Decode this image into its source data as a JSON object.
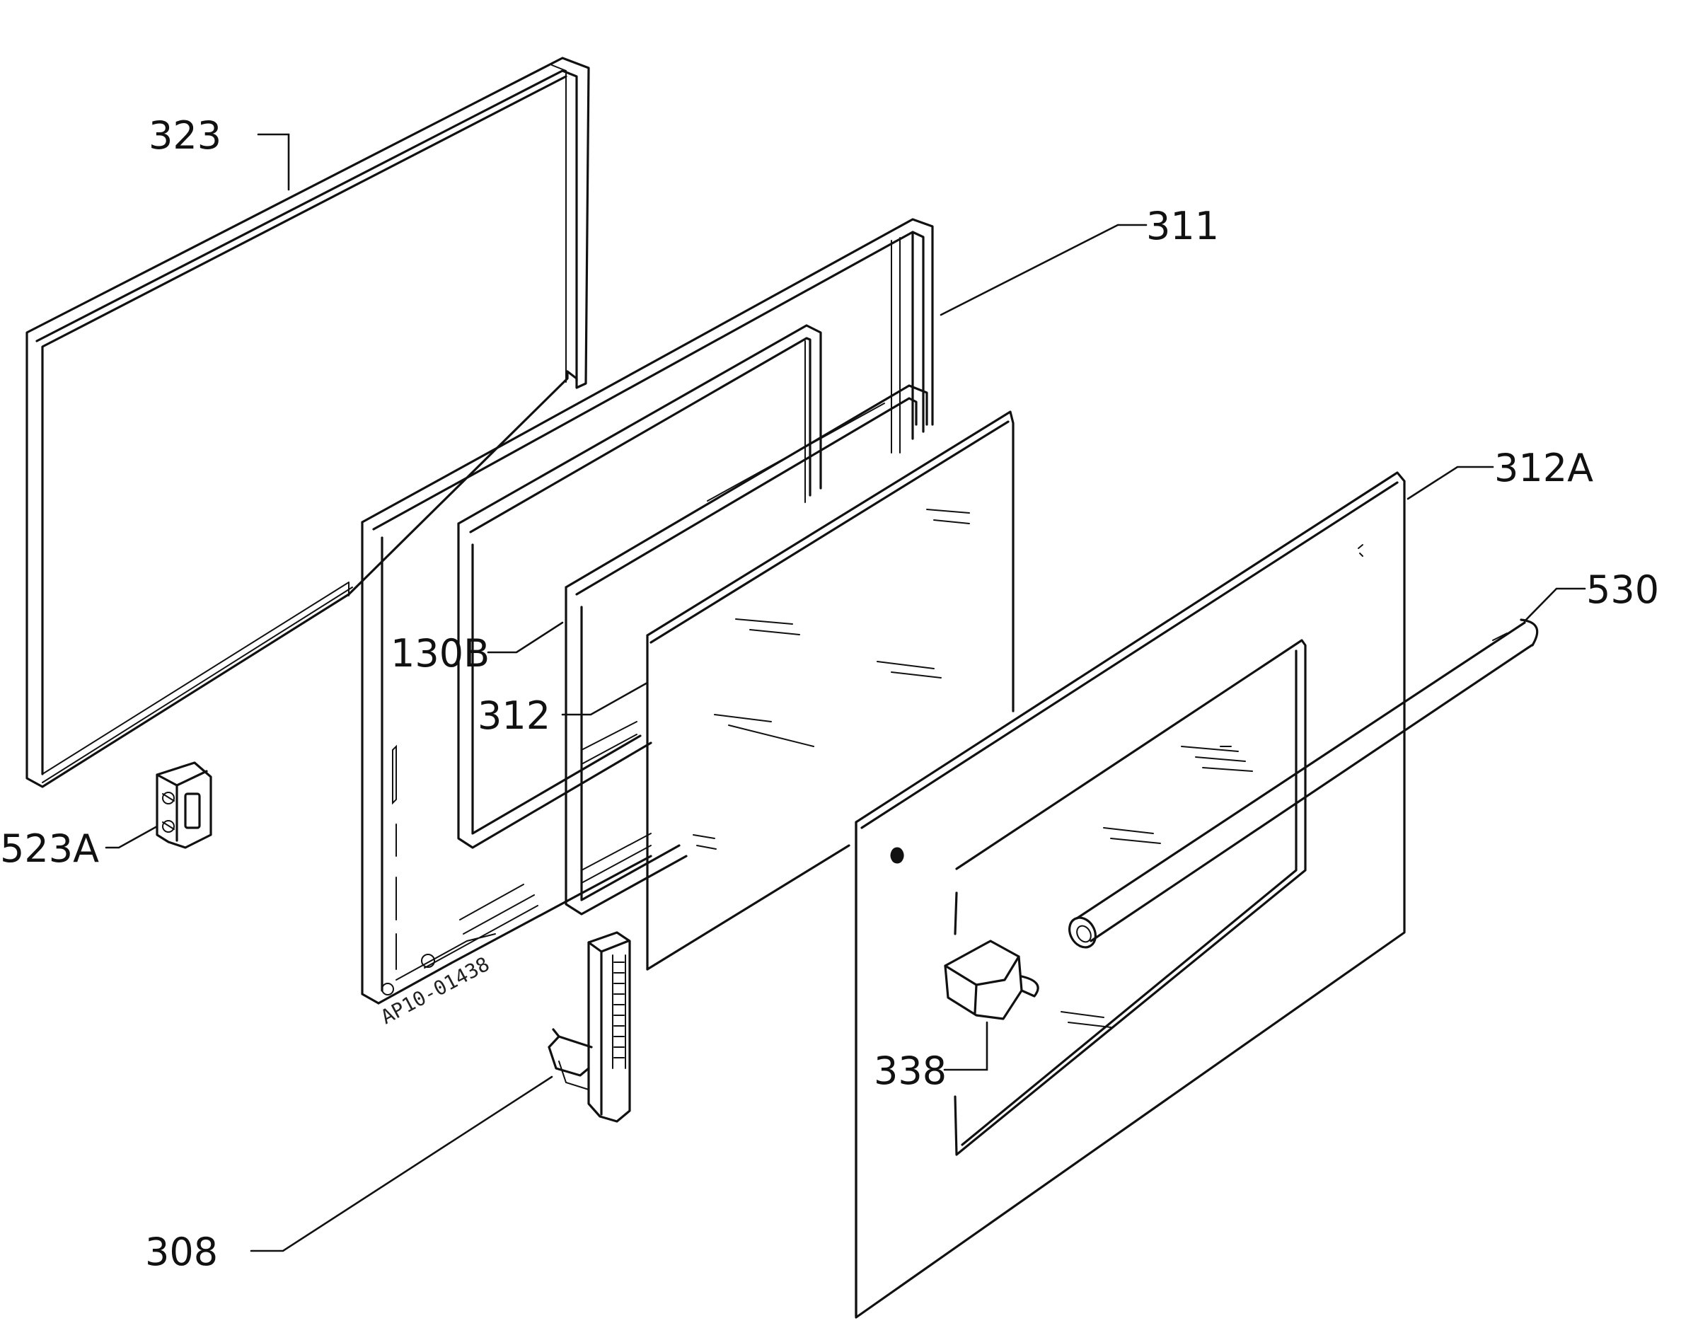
{
  "labels": {
    "p323": "323",
    "p311": "311",
    "p312a": "312A",
    "p530": "530",
    "p130b": "130B",
    "p312": "312",
    "p523a": "523A",
    "p338": "338",
    "p308": "308"
  },
  "stamp": "AP10-01438",
  "colors": {
    "line": "#111111",
    "background": "#ffffff"
  }
}
